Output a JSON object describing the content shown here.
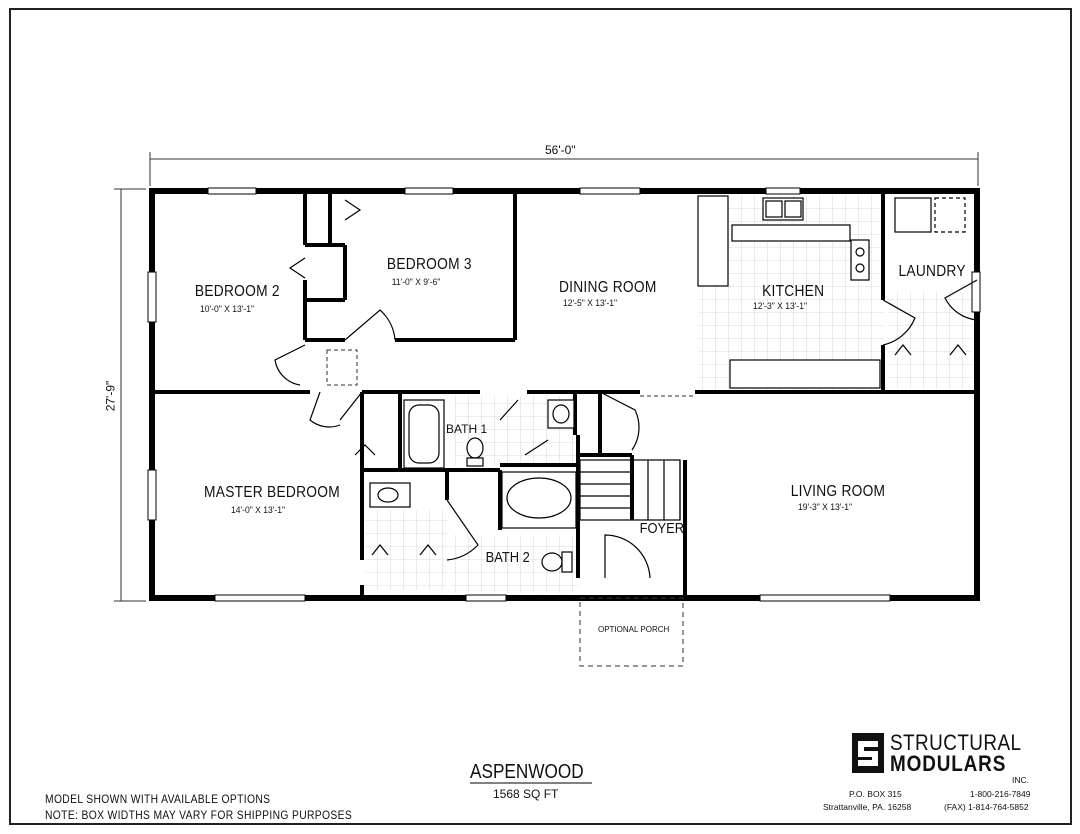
{
  "plan": {
    "name": "ASPENWOOD",
    "area": "1568 SQ FT",
    "overall_width": "56'-0\"",
    "overall_depth": "27'-9\""
  },
  "rooms": {
    "bedroom2": {
      "name": "BEDROOM 2",
      "dims": "10'-0\" X 13'-1\""
    },
    "bedroom3": {
      "name": "BEDROOM 3",
      "dims": "11'-0\" X 9'-6\""
    },
    "dining": {
      "name": "DINING ROOM",
      "dims": "12'-5\" X 13'-1\""
    },
    "kitchen": {
      "name": "KITCHEN",
      "dims": "12'-3\" X 13'-1\""
    },
    "laundry": {
      "name": "LAUNDRY"
    },
    "bath1": {
      "name": "BATH 1"
    },
    "master": {
      "name": "MASTER BEDROOM",
      "dims": "14'-0\" X 13'-1\""
    },
    "bath2": {
      "name": "BATH 2"
    },
    "foyer": {
      "name": "FOYER"
    },
    "living": {
      "name": "LIVING ROOM",
      "dims": "19'-3\" X 13'-1\""
    },
    "porch": {
      "name": "OPTIONAL PORCH"
    }
  },
  "notes": {
    "line1": "MODEL SHOWN WITH AVAILABLE OPTIONS",
    "line2": "NOTE: BOX WIDTHS MAY VARY FOR SHIPPING PURPOSES"
  },
  "company": {
    "name_top": "STRUCTURAL",
    "name_bottom": "MODULARS",
    "suffix": "INC.",
    "po_box": "P.O. BOX 315",
    "city": "Strattanville, PA.  16258",
    "phone": "1-800-216-7849",
    "fax": "(FAX) 1-814-764-5852"
  }
}
